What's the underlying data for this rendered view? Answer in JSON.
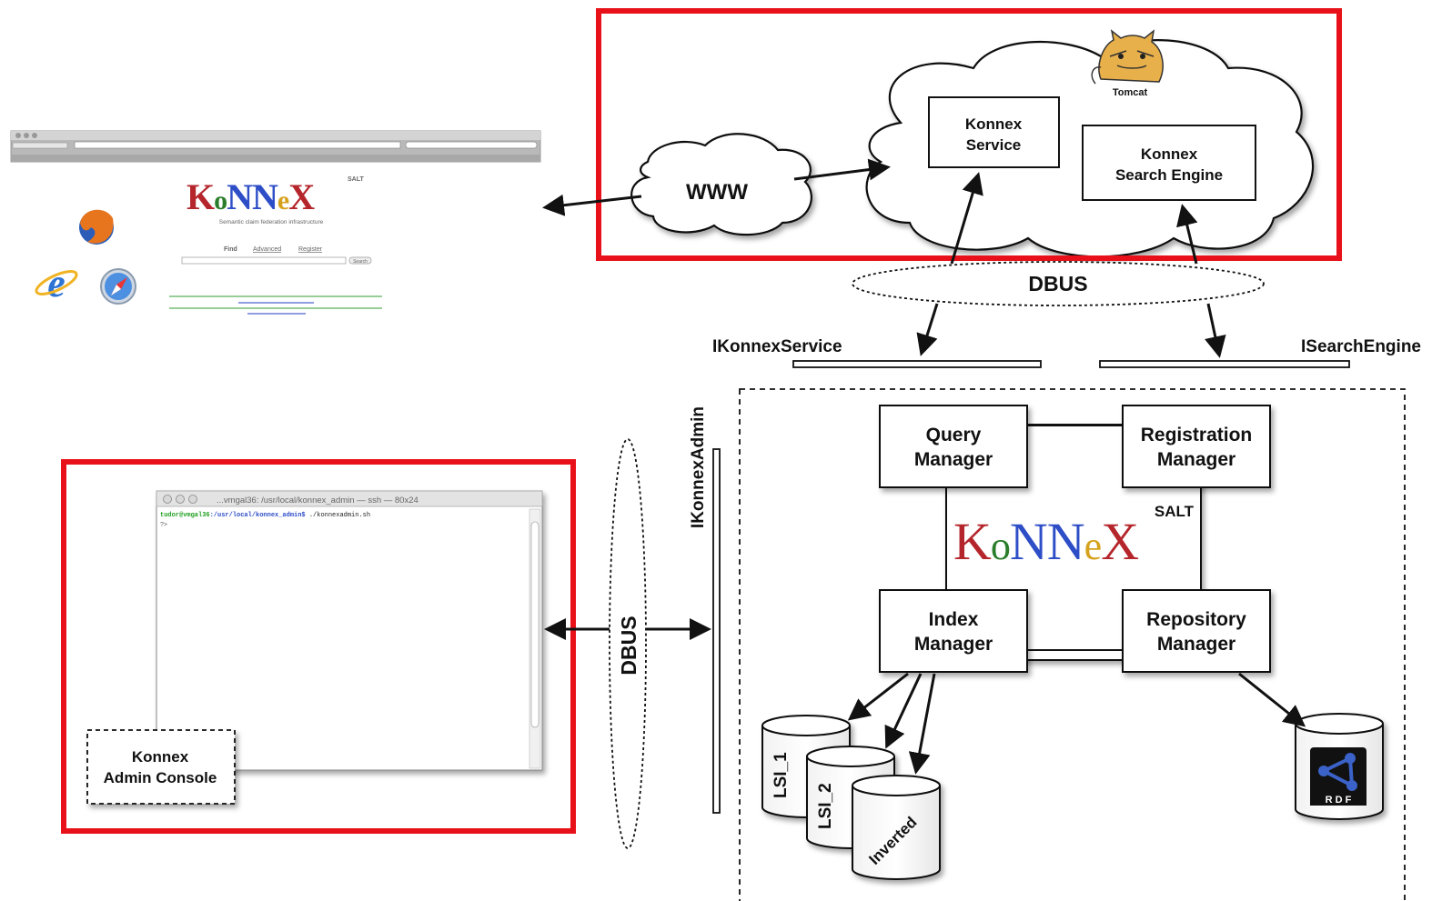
{
  "cloud": {
    "www_label": "WWW",
    "tomcat_label": "Tomcat",
    "konnex_service": [
      "Konnex",
      "Service"
    ],
    "search_engine": [
      "Konnex",
      "Search Engine"
    ]
  },
  "bus": {
    "dbus_top": "DBUS",
    "dbus_vertical": "DBUS"
  },
  "interfaces": {
    "ikonnex_service": "IKonnexService",
    "isearch_engine": "ISearchEngine",
    "ikonnex_admin": "IKonnexAdmin"
  },
  "core": {
    "query_manager": [
      "Query",
      "Manager"
    ],
    "registration_manager": [
      "Registration",
      "Manager"
    ],
    "index_manager": [
      "Index",
      "Manager"
    ],
    "repository_manager": [
      "Repository",
      "Manager"
    ],
    "salt_label": "SALT",
    "logo_letters": [
      "K",
      "o",
      "N",
      "N",
      "e",
      "X"
    ]
  },
  "storage": {
    "lsi1": "LSI_1",
    "lsi2": "LSI_2",
    "inverted": "Inverted",
    "rdf_label": "R D F"
  },
  "browser": {
    "logo_letters": [
      "K",
      "o",
      "N",
      "N",
      "e",
      "X"
    ],
    "salt_label": "SALT",
    "subtitle": "Semantic claim federation infrastructure",
    "find_label": "Find",
    "advanced_link": "Advanced",
    "register_link": "Register",
    "search_button": "Search"
  },
  "terminal": {
    "title": "...vmgal36: /usr/local/konnex_admin — ssh — 80x24",
    "prompt_user": "tudor@vmgal36",
    "prompt_path": ":/usr/local/konnex_admin$",
    "command": " ./konnexadmin.sh",
    "line2": "?>"
  },
  "admin_console": [
    "Konnex",
    "Admin Console"
  ],
  "colors": {
    "highlight_red": "#e8111a",
    "logo": [
      "#b5262c",
      "#2a7d2a",
      "#2e4ec7",
      "#2e4ec7",
      "#d6a21e",
      "#b5262c"
    ]
  }
}
